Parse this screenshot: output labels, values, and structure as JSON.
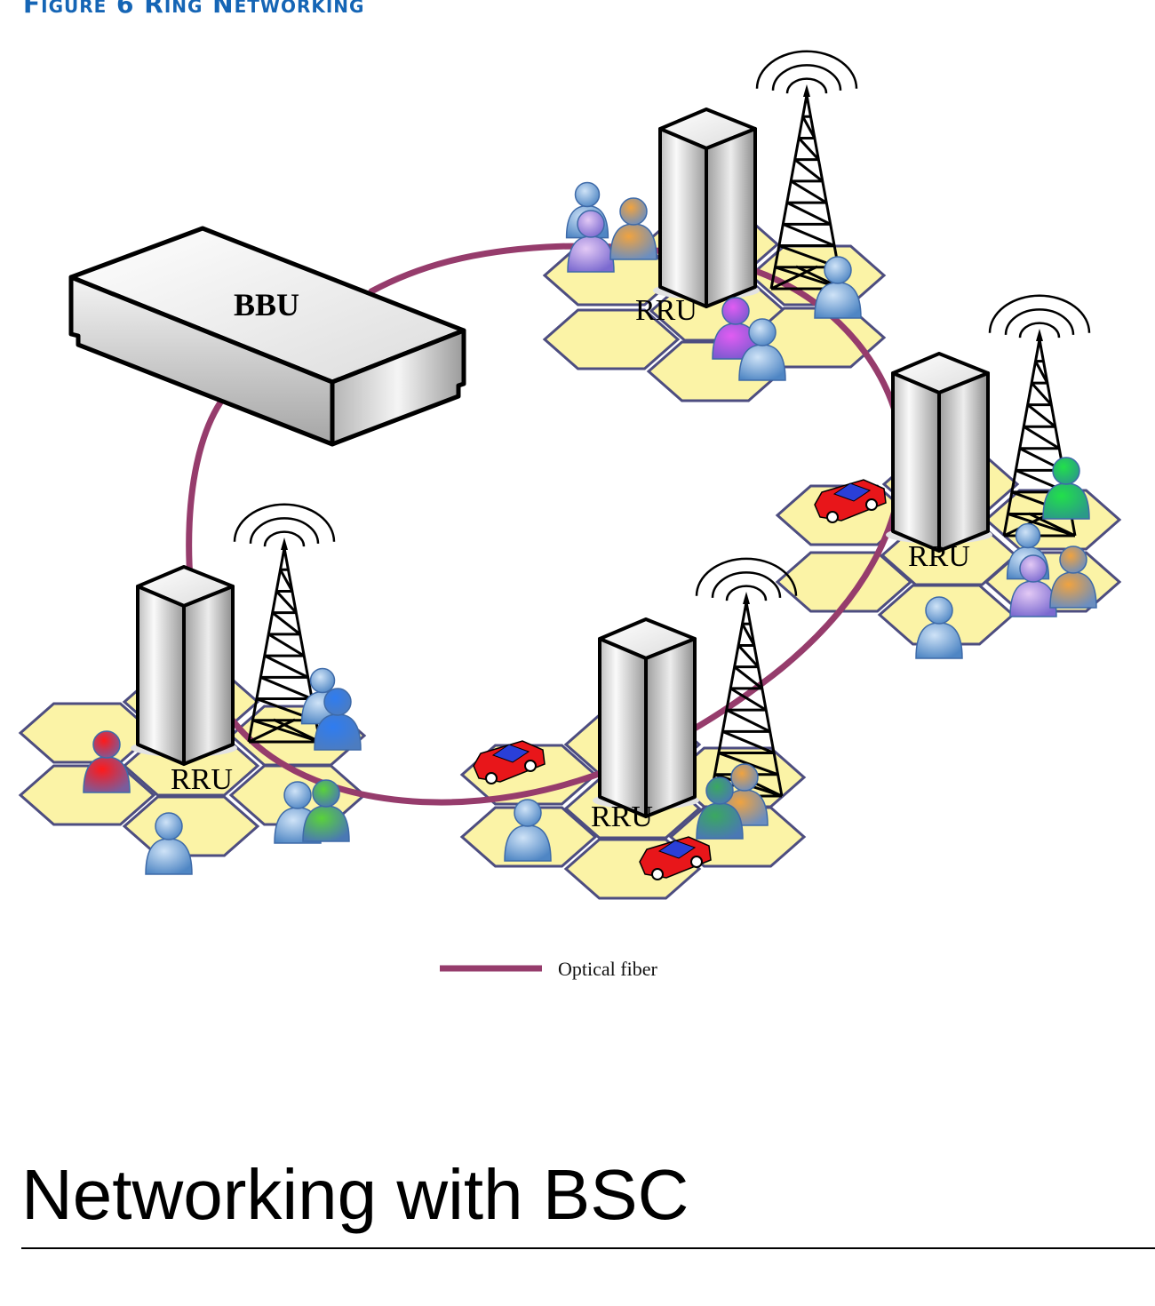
{
  "caption": "Figure 6 Ring Networking",
  "bbu_label": "BBU",
  "rru_label": "RRU",
  "legend_label": "Optical fiber",
  "fiber_color": "#963c6c",
  "hex_fill": "#fbf3a6",
  "heading": "Networking with BSC"
}
